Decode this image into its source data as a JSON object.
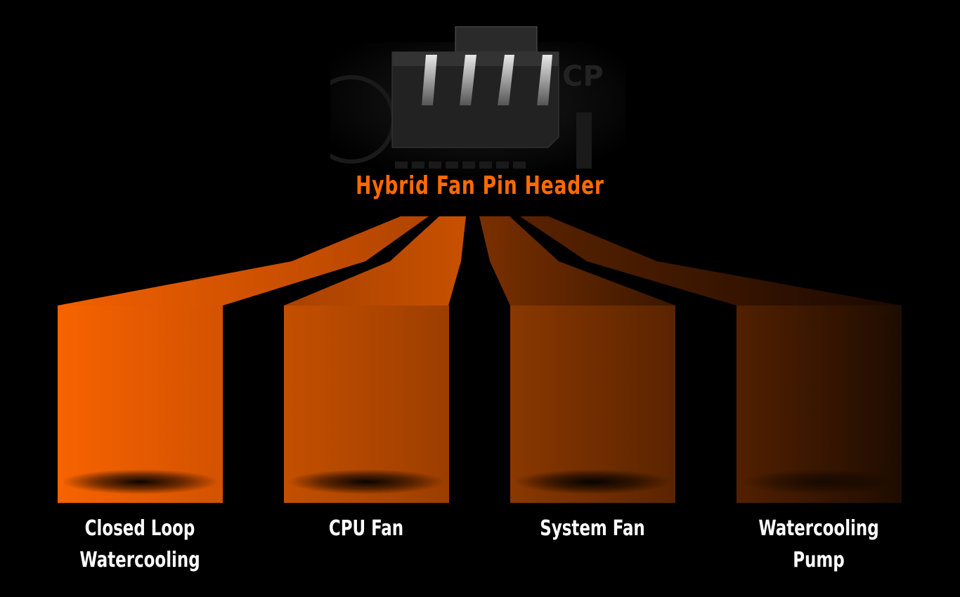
{
  "header": {
    "title": "Hybrid Fan Pin Header",
    "image": "4-pin-fan-header-photo",
    "silk_text": "CP"
  },
  "colors": {
    "accent": "#ff6a00",
    "box1": [
      "#f76300",
      "#d35200"
    ],
    "box2": [
      "#c44f00",
      "#9c3e00"
    ],
    "box3": [
      "#8a3800",
      "#5a2400"
    ],
    "box4": [
      "#522000",
      "#1e0c00"
    ]
  },
  "targets": [
    {
      "line1": "Closed Loop",
      "line2": "Watercooling"
    },
    {
      "line1": "CPU Fan",
      "line2": ""
    },
    {
      "line1": "System Fan",
      "line2": ""
    },
    {
      "line1": "Watercooling",
      "line2": "Pump"
    }
  ]
}
